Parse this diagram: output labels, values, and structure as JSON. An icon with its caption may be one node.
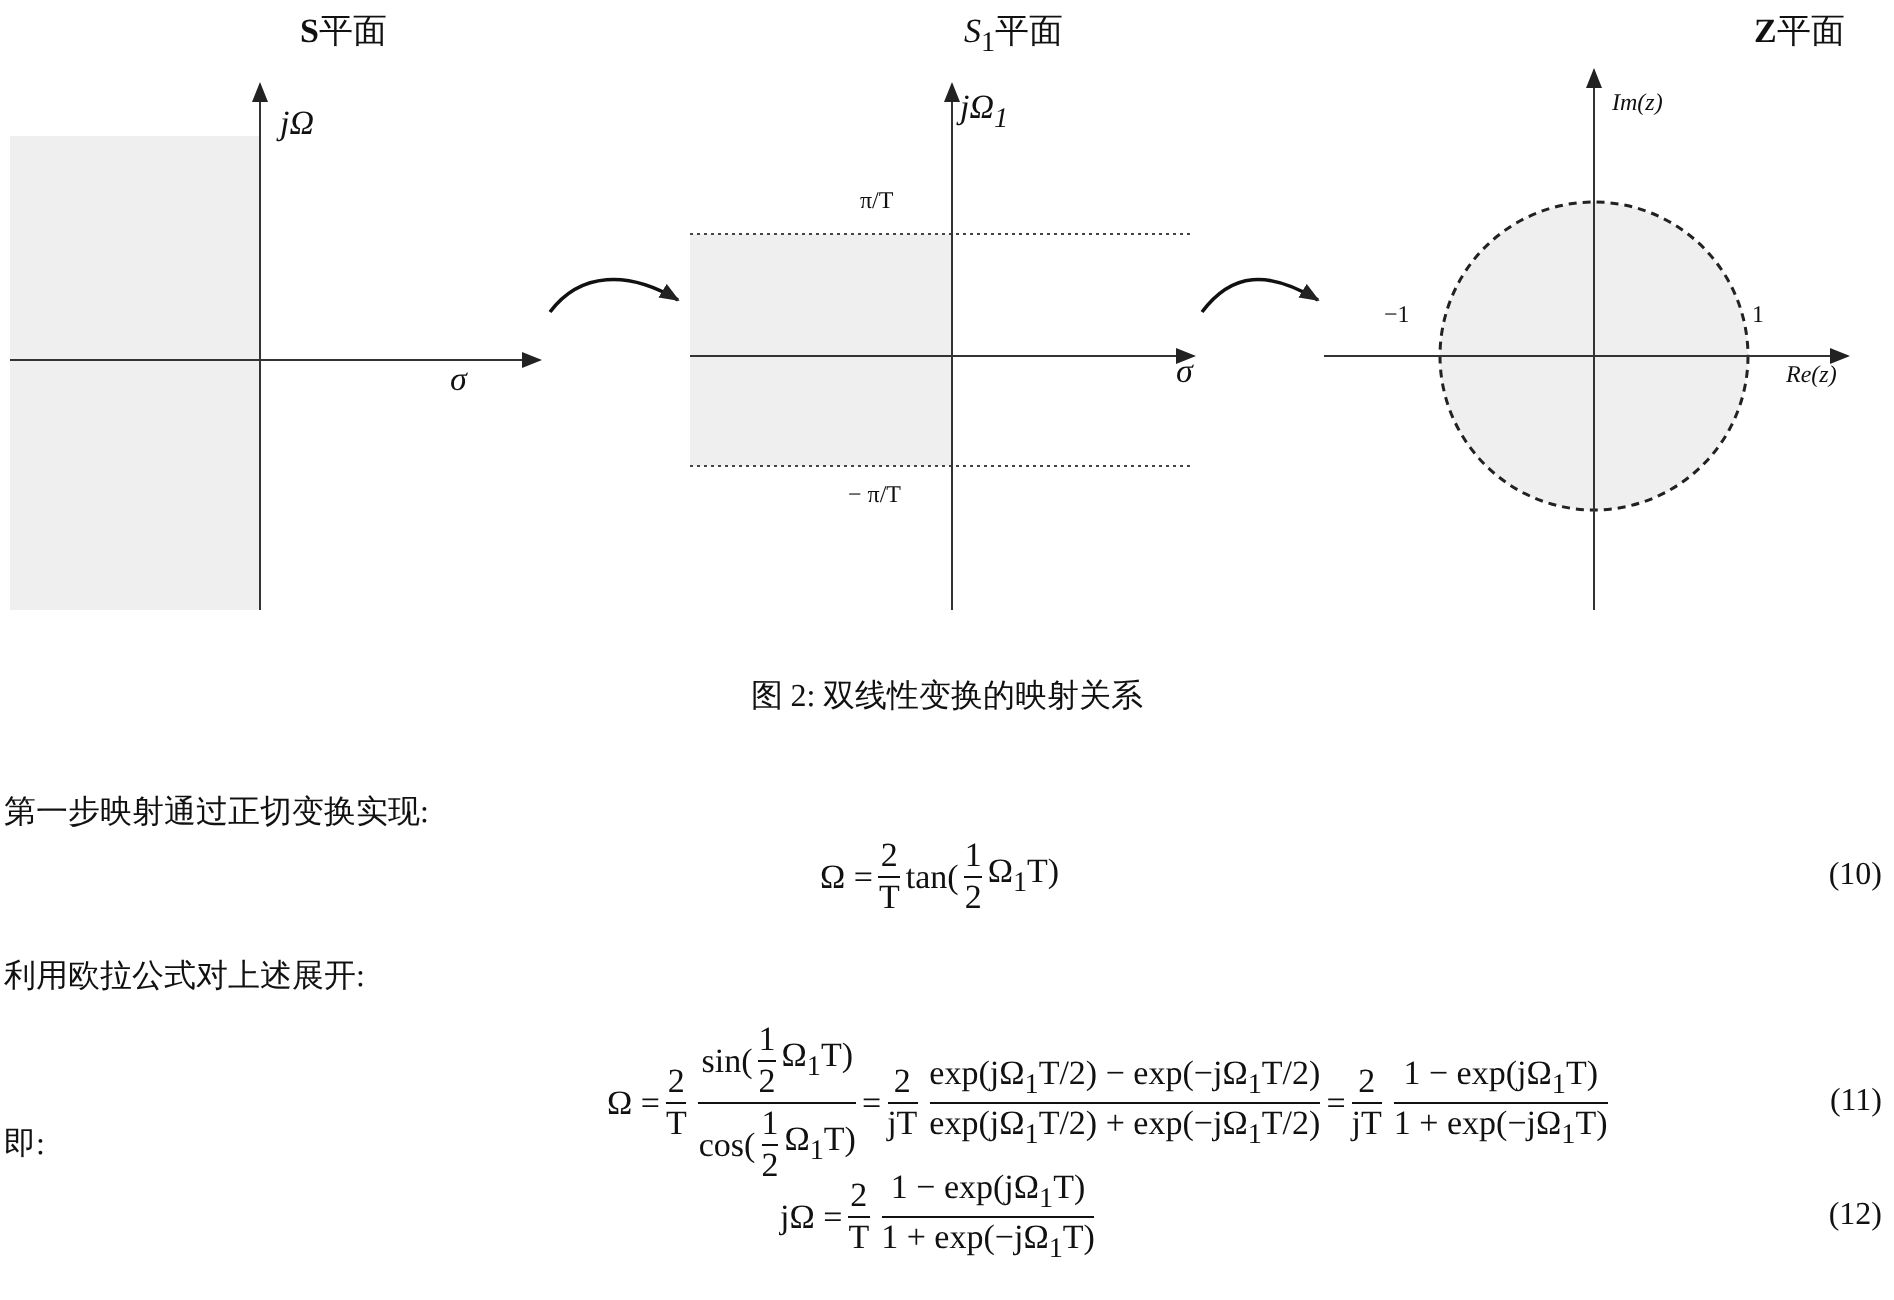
{
  "diagram": {
    "caption": "图 2: 双线性变换的映射关系",
    "nodes": [
      {
        "text": [
          "**S**平面"
        ]
      },
      {
        "text": [
          "*S*$_{1}$平面"
        ]
      },
      {
        "text": [
          "**Z**平面"
        ]
      }
    ],
    "edges": [
      {
        "from": 0,
        "to": 1,
        "arrow": "to"
      },
      {
        "from": 1,
        "to": 2,
        "arrow": "to"
      }
    ],
    "labels": [
      "jΩ",
      "σ",
      "jΩ$_{1}$",
      "π/T",
      "− π/T",
      "σ",
      "Im(z)",
      "−1",
      "1",
      "Re(z)",
      "第一步映射通过正切变换实现:",
      "Ω =",
      "2",
      "T",
      "tan(",
      "1",
      "2",
      "Ω$_{1}$T)",
      "(10)",
      "利用欧拉公式对上述展开:",
      "Ω =",
      "2",
      "T",
      "sin(",
      "1",
      "2",
      "Ω$_{1}$T)",
      "cos(",
      "1",
      "2",
      "Ω$_{1}$T)",
      "=",
      "2",
      "jT",
      "exp(jΩ$_{1}$T/2) − exp(−jΩ$_{1}$T/2)",
      "exp(jΩ$_{1}$T/2) + exp(−jΩ$_{1}$T/2)",
      "=",
      "2",
      "jT",
      "1 − exp(jΩ$_{1}$T)",
      "1 + exp(−jΩ$_{1}$T)",
      "(11)",
      "即:",
      "jΩ =",
      "2",
      "T",
      "1 − exp(jΩ$_{1}$T)",
      "1 + exp(−jΩ$_{1}$T)",
      "(12)"
    ]
  }
}
